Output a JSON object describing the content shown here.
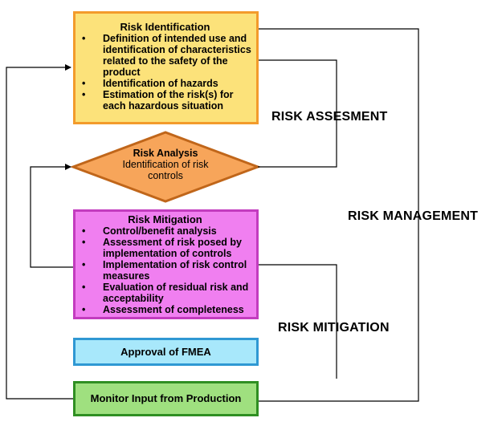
{
  "diagram": {
    "risk_identification": {
      "title": "Risk Identification",
      "items": [
        "Definition of intended use and identification of characteristics related to the safety of the product",
        "Identification of hazards",
        "Estimation of the risk(s) for each hazardous situation"
      ]
    },
    "risk_analysis": {
      "title": "Risk Analysis",
      "subtitle": "Identification of risk controls"
    },
    "risk_mitigation": {
      "title": "Risk Mitigation",
      "items": [
        "Control/benefit analysis",
        "Assessment of risk posed by implementation of controls",
        "Implementation of risk control measures",
        "Evaluation of residual risk and acceptability",
        "Assessment of completeness"
      ]
    },
    "approval": {
      "label": "Approval of FMEA"
    },
    "monitor": {
      "label": "Monitor Input from Production"
    },
    "side_labels": {
      "assessment": "RISK ASSESMENT",
      "management": "RISK MANAGEMENT",
      "mitigation": "RISK MITIGATION"
    },
    "colors": {
      "identification_fill": "#fce27a",
      "identification_border": "#f39b2b",
      "analysis_fill": "#f7a55a",
      "analysis_border": "#c0661a",
      "mitigation_fill": "#f07ff0",
      "mitigation_border": "#c33cbf",
      "approval_fill": "#a8e8fb",
      "approval_border": "#2f98d3",
      "monitor_fill": "#9fe07f",
      "monitor_border": "#2f8f22"
    }
  }
}
